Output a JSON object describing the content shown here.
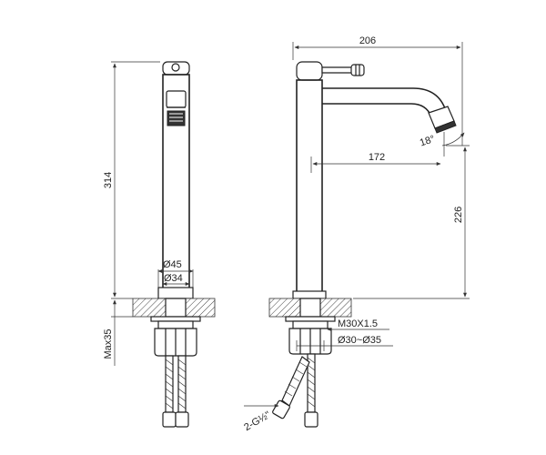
{
  "dimensions": {
    "overall_height": "314",
    "base_max_thickness": "Max35",
    "base_outer_diameter": "Ø45",
    "base_inner_diameter": "Ø34",
    "overall_width": "206",
    "spout_reach": "172",
    "spout_height": "226",
    "spout_angle": "18°",
    "thread_size": "M30X1.5",
    "hole_diameter_range": "Ø30~Ø35",
    "hose_connection": "2-G½\""
  }
}
